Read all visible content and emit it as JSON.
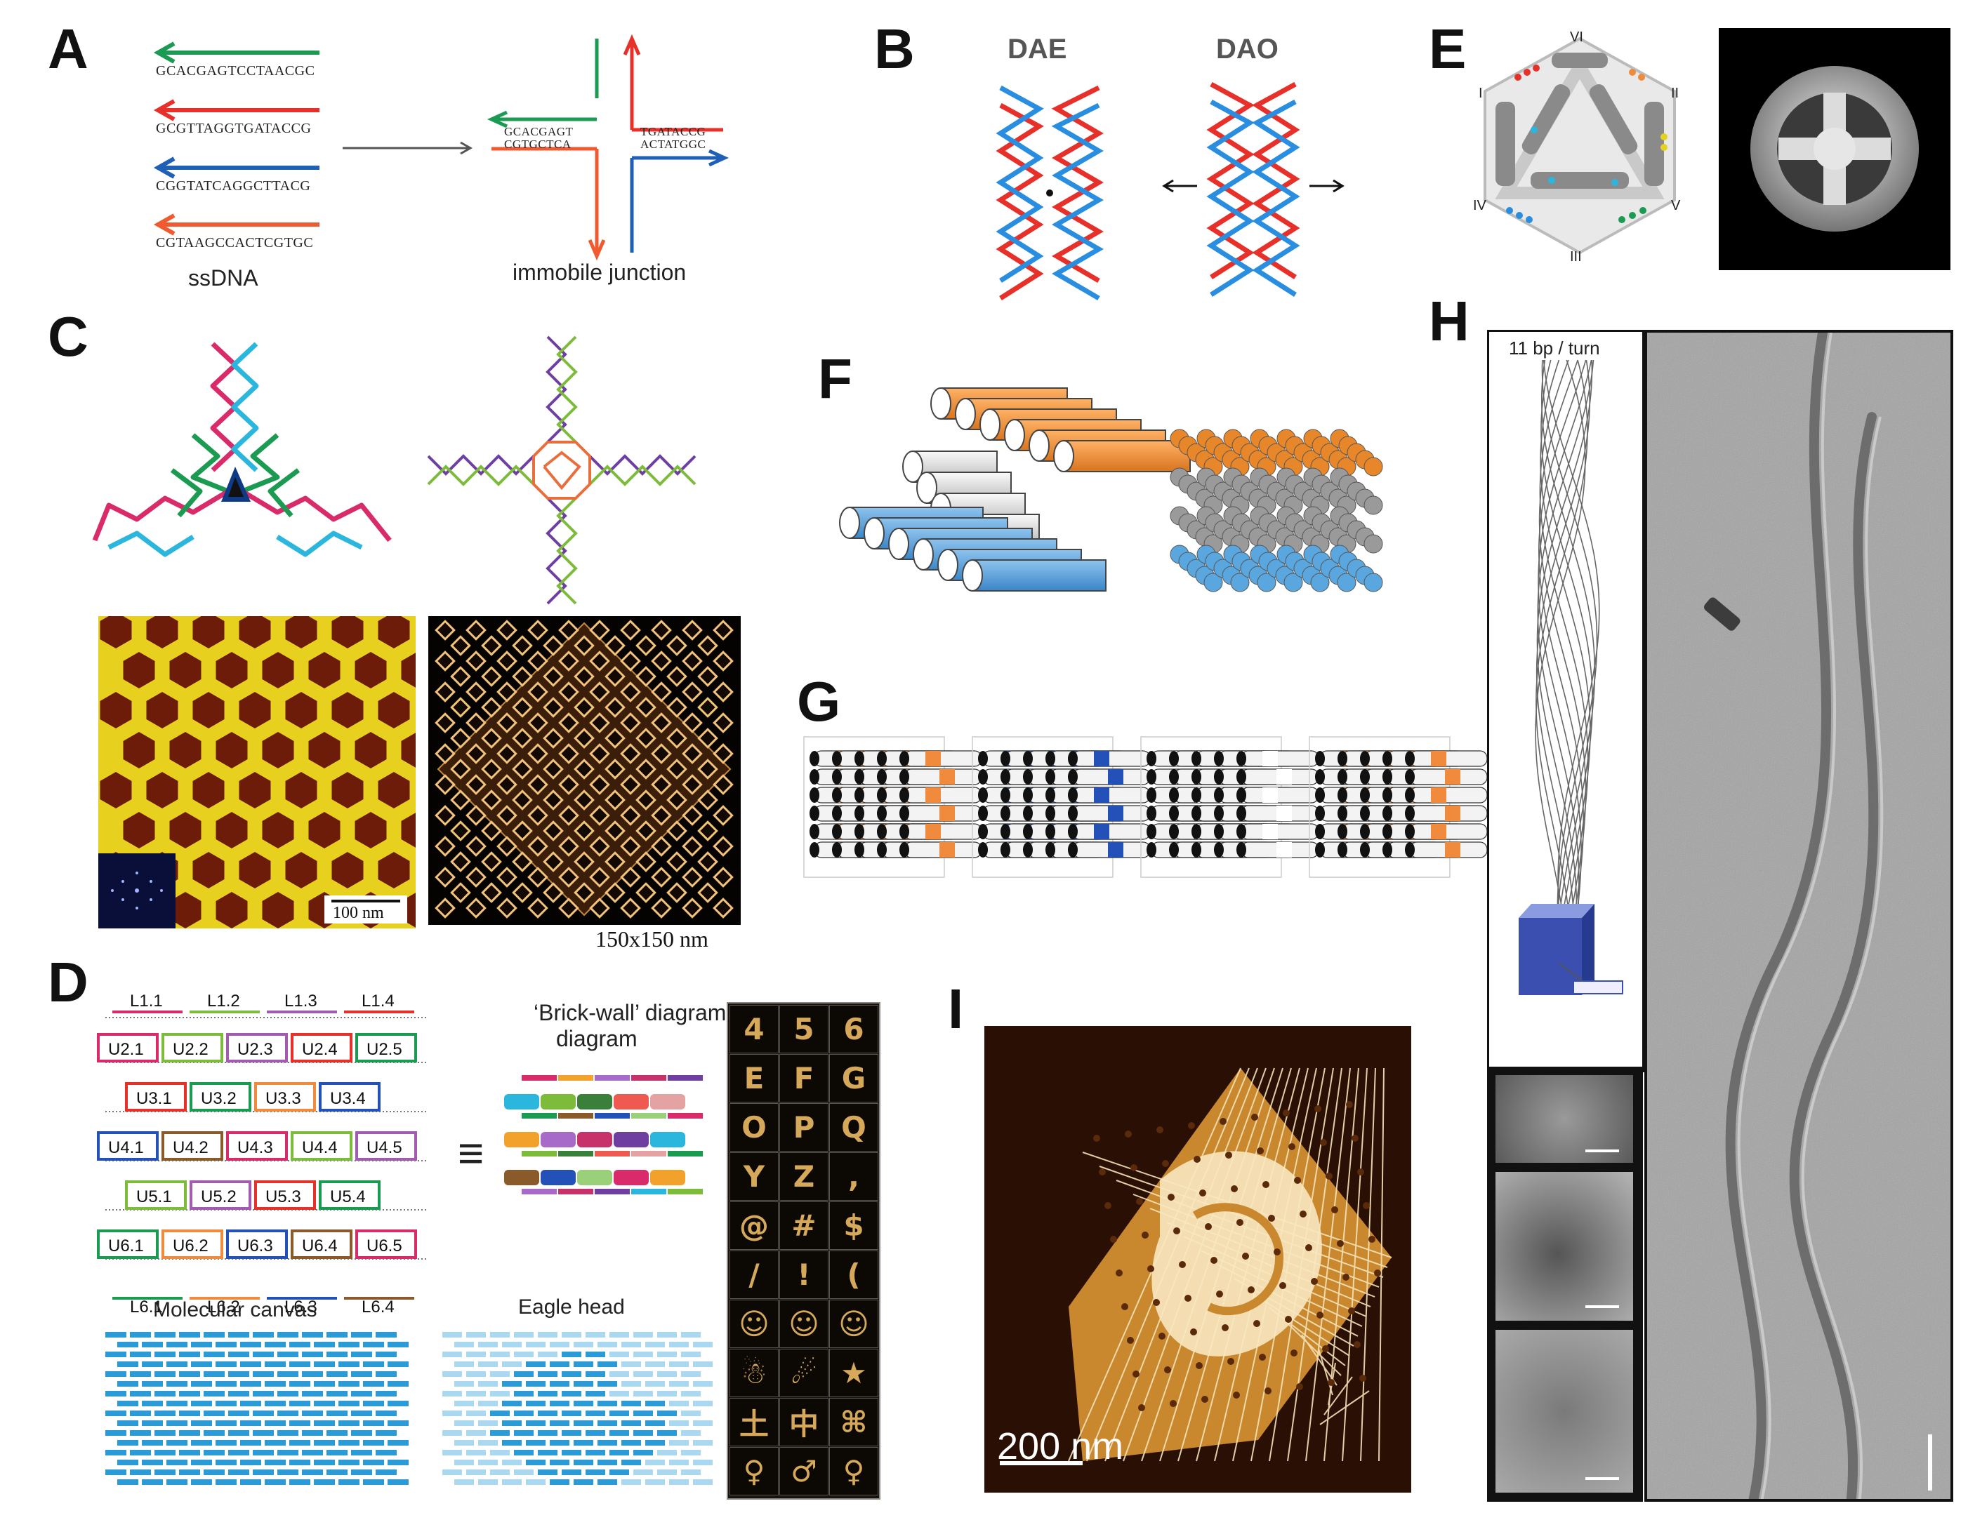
{
  "panels": {
    "A": {
      "label": "A",
      "strands": [
        "GCACGAGTCCTAACGC",
        "GCGTTAGGTGATACCG",
        "CGGTATCAGGCTTACG",
        "CGTAAGCCACTCGTGC"
      ],
      "ssdna_caption": "ssDNA",
      "junction_caption": "immobile junction",
      "junction_left_top": "GCACGAGT",
      "junction_left_bottom": "CGTGCTCA",
      "junction_right_top": "TGATACCG",
      "junction_right_bottom": "ACTATGGC"
    },
    "B": {
      "label": "B",
      "dae_title": "DAE",
      "dao_title": "DAO"
    },
    "C": {
      "label": "C",
      "scale_left": "100 nm",
      "scale_right": "150x150 nm"
    },
    "D": {
      "label": "D",
      "top_labels": [
        "L1.1",
        "L1.2",
        "L1.3",
        "L1.4"
      ],
      "rows": [
        [
          "U2.1",
          "U2.2",
          "U2.3",
          "U2.4",
          "U2.5"
        ],
        [
          "U3.1",
          "U3.2",
          "U3.3",
          "U3.4"
        ],
        [
          "U4.1",
          "U4.2",
          "U4.3",
          "U4.4",
          "U4.5"
        ],
        [
          "U5.1",
          "U5.2",
          "U5.3",
          "U5.4"
        ],
        [
          "U6.1",
          "U6.2",
          "U6.3",
          "U6.4",
          "U6.5"
        ]
      ],
      "bottom_labels": [
        "L6.1",
        "L6.2",
        "L6.3",
        "L6.4"
      ],
      "equiv_symbol": "≡",
      "brick_title": "‘Brick-wall’ diagram",
      "molecular_canvas": "Molecular canvas",
      "eagle_head": "Eagle head",
      "glyphs": [
        "4",
        "5",
        "6",
        "E",
        "F",
        "G",
        "O",
        "P",
        "Q",
        "Y",
        "Z",
        ",",
        "@",
        "#",
        "$",
        "/",
        "!",
        "(",
        "☺",
        "☺",
        "☺",
        "☃",
        "☄",
        "★",
        "土",
        "中",
        "⌘",
        "♀",
        "♂",
        "♀"
      ]
    },
    "E": {
      "label": "E",
      "roman": [
        "VI",
        "I",
        "II",
        "IV",
        "V",
        "III"
      ]
    },
    "F": {
      "label": "F"
    },
    "G": {
      "label": "G"
    },
    "H": {
      "label": "H",
      "turn_label": "11 bp / turn"
    },
    "I": {
      "label": "I",
      "scale": "200 nm"
    }
  },
  "colors": {
    "red": "#e8302a",
    "blue": "#2a8ee0",
    "green": "#1b9a52",
    "orange": "#f08a3c",
    "magenta": "#d92a6a",
    "cyan": "#2bb7dd",
    "purple": "#6e3fa0",
    "leafgreen": "#7dbb3a",
    "afm_yellow": "#e8d11e",
    "afm_brown": "#6e1c0a",
    "gold": "#d79a3a"
  }
}
